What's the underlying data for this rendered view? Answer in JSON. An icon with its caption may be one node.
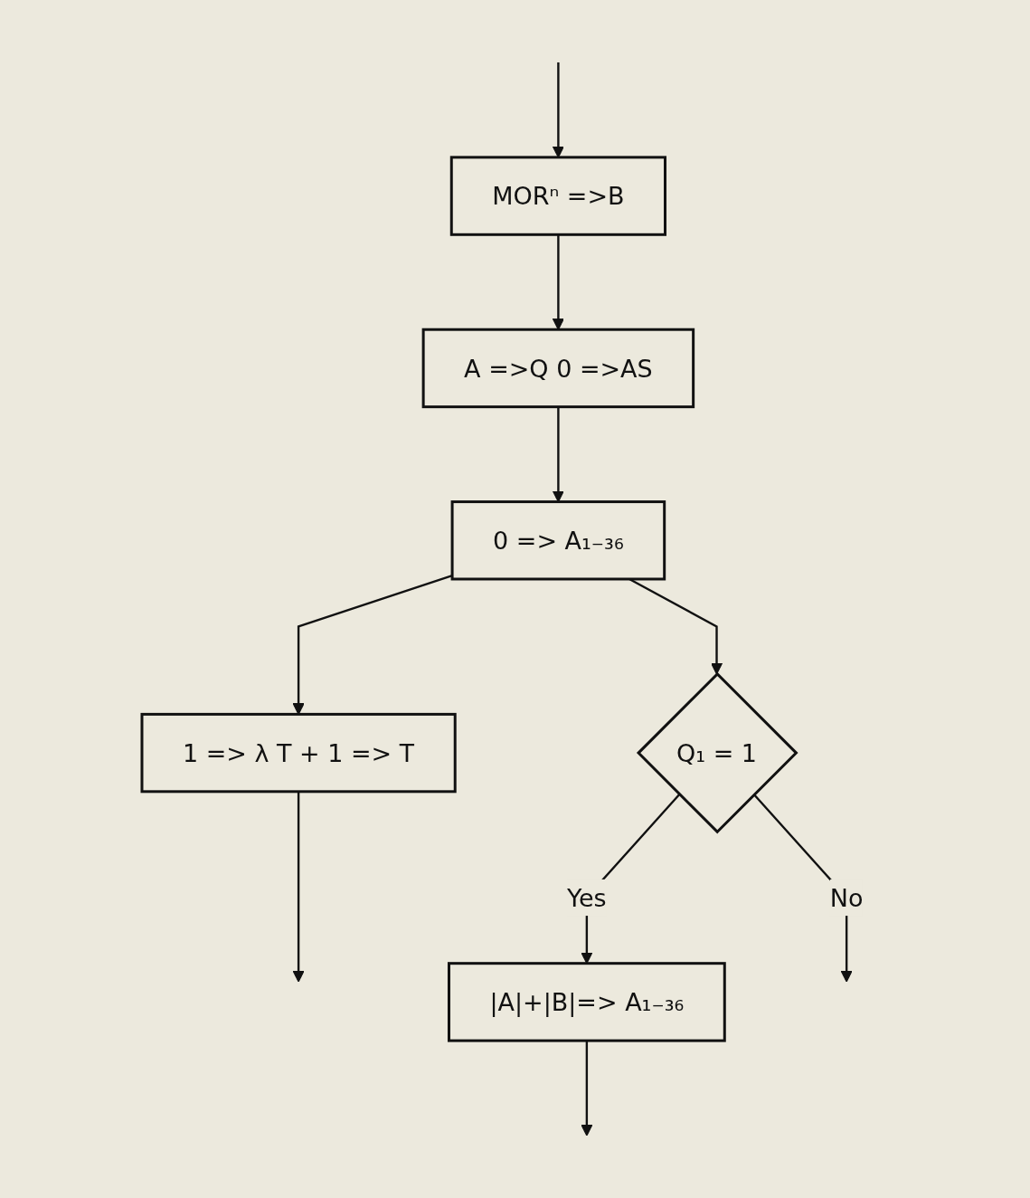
{
  "diagram": {
    "nodes": [
      {
        "text": [
          "MORⁿ =>B"
        ]
      },
      {
        "text": [
          "A =>Q 0 =>AS"
        ]
      },
      {
        "text": [
          "0 => A₁₋₃₆"
        ]
      },
      {
        "text": [
          "1 => λ T + 1 => T"
        ]
      },
      {
        "text": [
          "Q₁ = 1"
        ]
      },
      {
        "text": [
          "|A|+|B|=> A₁₋₃₆"
        ]
      }
    ],
    "edges": [
      {
        "from": null,
        "to": 0,
        "arrow": "to"
      },
      {
        "from": 0,
        "to": 1,
        "arrow": "to"
      },
      {
        "from": 1,
        "to": 2,
        "arrow": "to"
      },
      {
        "from": 2,
        "to": 3,
        "arrow": "to"
      },
      {
        "from": 2,
        "to": 4,
        "arrow": "to"
      },
      {
        "from": 4,
        "to": 5,
        "label": "Yes",
        "arrow": "to"
      },
      {
        "from": 3,
        "to": null,
        "arrow": "to"
      },
      {
        "from": 4,
        "to": null,
        "label": "No",
        "arrow": "to"
      },
      {
        "from": 5,
        "to": null,
        "arrow": "to"
      }
    ]
  }
}
